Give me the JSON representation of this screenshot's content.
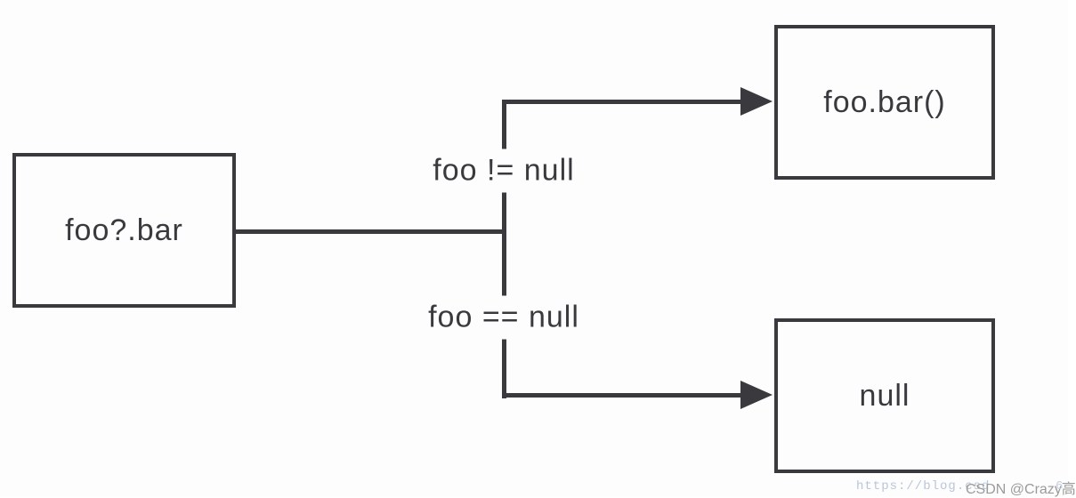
{
  "diagram": {
    "type": "flowchart",
    "nodes": {
      "source": {
        "label": "foo?.bar"
      },
      "true_result": {
        "label": "foo.bar()"
      },
      "null_result": {
        "label": "null"
      }
    },
    "edges": {
      "true_condition": "foo != null",
      "null_condition": "foo == null"
    },
    "colors": {
      "stroke": "#3a3a3e",
      "text": "#3a3a3e",
      "background": "#fdfdfd"
    }
  },
  "watermark": {
    "url_text": "https://blog.csd",
    "handle": "CSDN @Crazy高",
    "url_tail": "6",
    "url_color": "#b9c6da",
    "handle_color": "#9b9b9b"
  }
}
